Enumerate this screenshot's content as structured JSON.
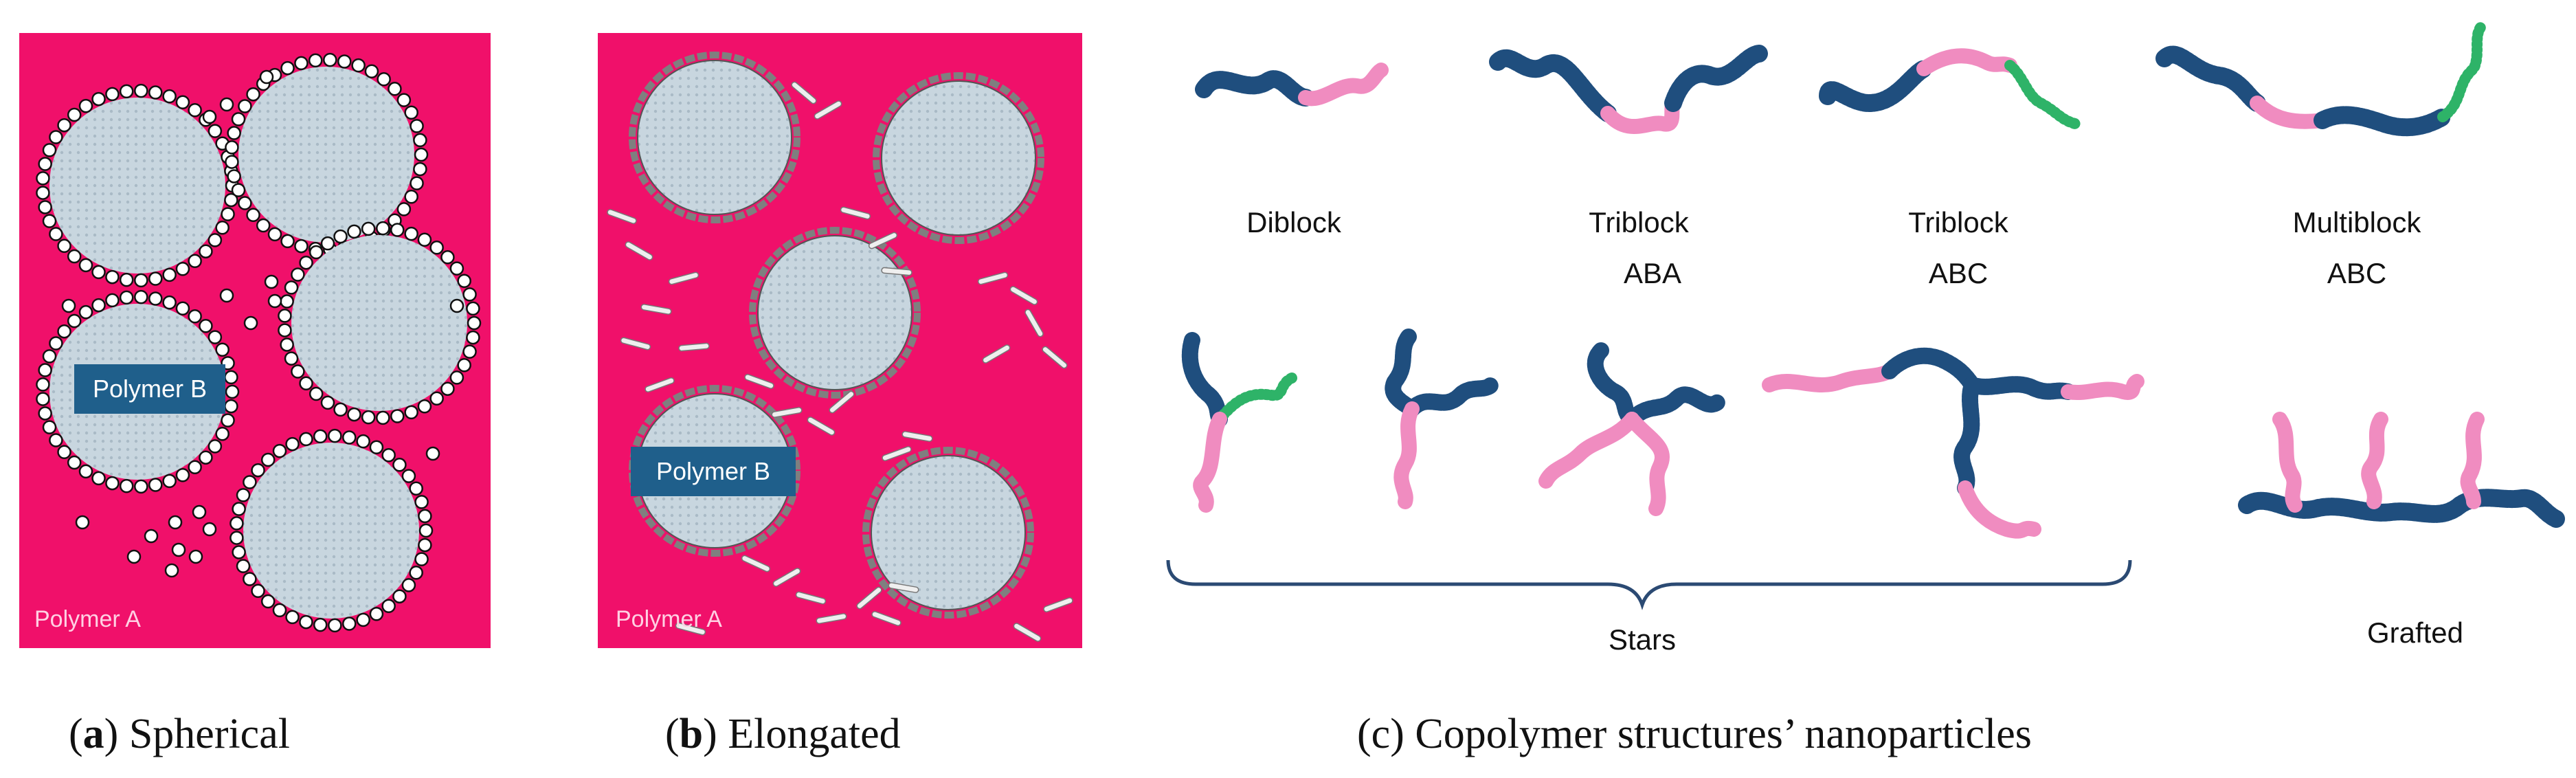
{
  "panels": {
    "a": {
      "matrix_label": "Polymer A",
      "particle_label": "Polymer B",
      "caption_letter": "a",
      "caption_text": "Spherical",
      "matrix_color": "#f0106a",
      "particle_color": "#c8d6df",
      "label_box_color": "#1f5f8b"
    },
    "b": {
      "matrix_label": "Polymer A",
      "particle_label": "Polymer B",
      "caption_letter": "b",
      "caption_text": "Elongated",
      "matrix_color": "#f0106a",
      "particle_color": "#c8d6df",
      "label_box_color": "#1f5f8b"
    },
    "c": {
      "caption_letter": "c",
      "caption_text": "Copolymer structures’ nanoparticles",
      "block_colors": {
        "A": "#1f4e7e",
        "B": "#f08cc0",
        "C": "#2eb368"
      },
      "structures": {
        "diblock": {
          "line1": "Diblock",
          "line2": ""
        },
        "triblock_aba": {
          "line1": "Triblock",
          "line2": "ABA"
        },
        "triblock_abc": {
          "line1": "Triblock",
          "line2": "ABC"
        },
        "multiblock_abc": {
          "line1": "Multiblock",
          "line2": "ABC"
        },
        "stars": {
          "line1": "Stars"
        },
        "grafted": {
          "line1": "Grafted"
        }
      }
    }
  }
}
